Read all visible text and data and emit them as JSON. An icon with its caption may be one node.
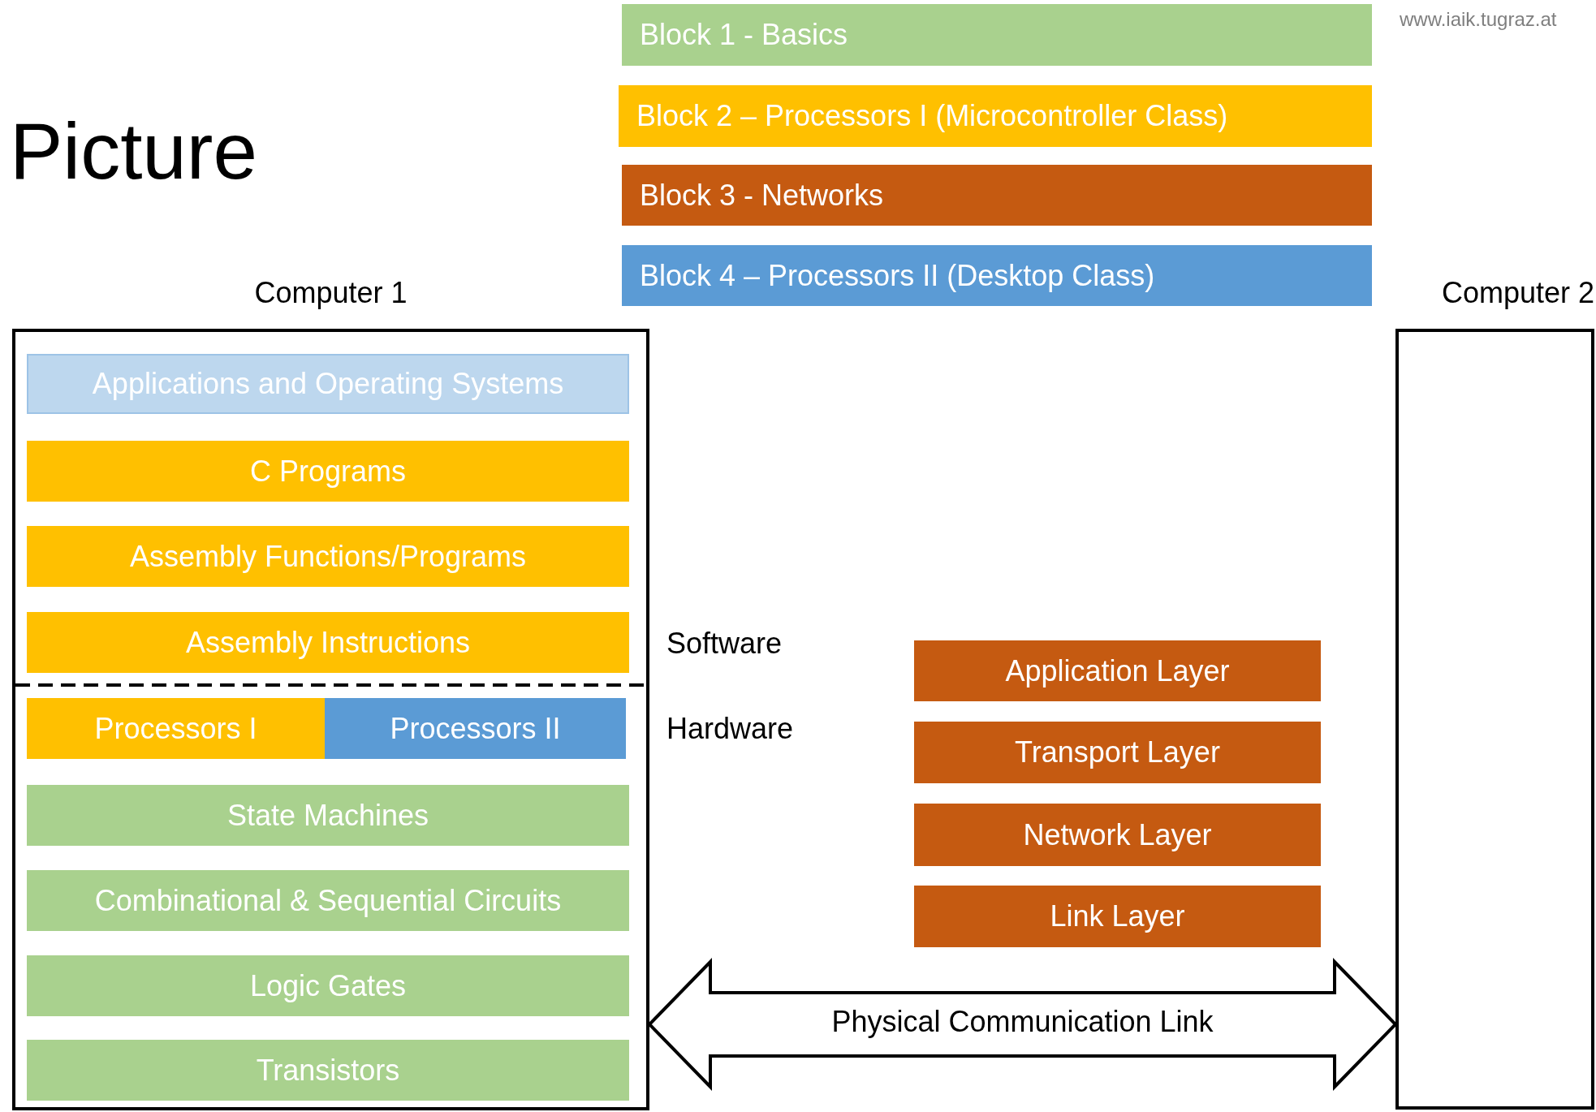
{
  "diagram": {
    "title": "Picture",
    "nodes": [
      {
        "text": [
          "Computer 1"
        ]
      },
      {
        "text": [
          "Applications and Operating Systems"
        ],
        "in": 0
      },
      {
        "text": [
          "C Programs"
        ],
        "in": 0
      },
      {
        "text": [
          "Assembly Functions/Programs"
        ],
        "in": 0
      },
      {
        "text": [
          "Assembly Instructions"
        ],
        "in": 0
      },
      {
        "text": [
          "Processors I"
        ],
        "in": 0
      },
      {
        "text": [
          "Processors II"
        ],
        "in": 0
      },
      {
        "text": [
          "State Machines"
        ],
        "in": 0
      },
      {
        "text": [
          "Combinational & Sequential Circuits"
        ],
        "in": 0
      },
      {
        "text": [
          "Logic Gates"
        ],
        "in": 0
      },
      {
        "text": [
          "Transistors"
        ],
        "in": 0
      },
      {
        "text": [
          "Computer 2"
        ]
      },
      {
        "text": [
          "Application Layer"
        ]
      },
      {
        "text": [
          "Transport Layer"
        ]
      },
      {
        "text": [
          "Network Layer"
        ]
      },
      {
        "text": [
          "Link Layer"
        ]
      }
    ],
    "edges": [
      {
        "from": 0,
        "to": 11,
        "arrow": "both",
        "label": "Physical Communication Link"
      }
    ],
    "labels": [
      "www.iaik.tugraz.at",
      "Software",
      "Hardware"
    ],
    "legend": [
      {
        "text": "Block 1 - Basics",
        "color": "#a9d18e"
      },
      {
        "text": "Block 2 – Processors I (Microcontroller Class)",
        "color": "#ffc000"
      },
      {
        "text": "Block 3 - Networks",
        "color": "#c55a11"
      },
      {
        "text": "Block 4 – Processors II (Desktop Class)",
        "color": "#5b9bd5"
      }
    ]
  }
}
